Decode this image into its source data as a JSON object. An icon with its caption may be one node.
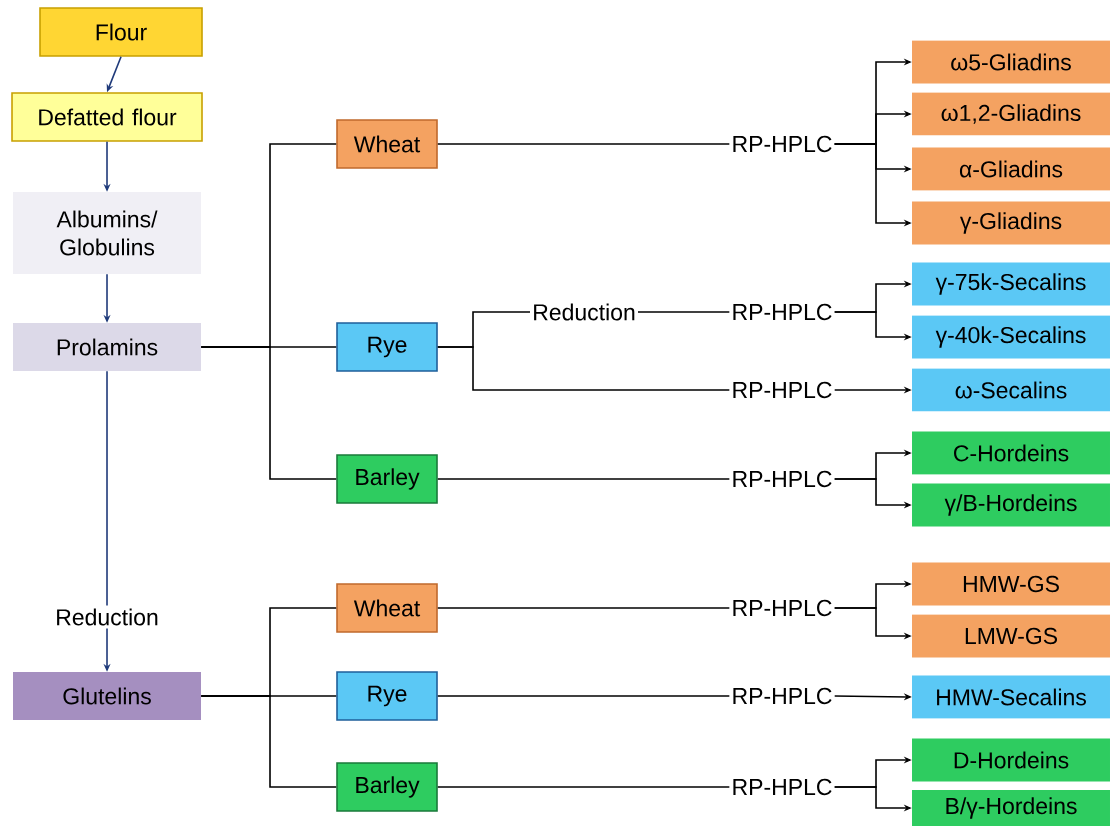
{
  "diagram": {
    "nodes": [
      {
        "text": [
          "Flour"
        ]
      },
      {
        "text": [
          "Defatted flour"
        ]
      },
      {
        "text": [
          "Albumins/ Globulins"
        ]
      },
      {
        "text": [
          "Prolamins"
        ]
      },
      {
        "text": [
          "Glutelins"
        ]
      },
      {
        "text": [
          "Wheat"
        ]
      },
      {
        "text": [
          "Rye"
        ]
      },
      {
        "text": [
          "Barley"
        ]
      },
      {
        "text": [
          "RP-HPLC"
        ]
      },
      {
        "text": [
          "Reduction"
        ]
      },
      {
        "text": [
          "RP-HPLC"
        ]
      },
      {
        "text": [
          "RP-HPLC"
        ]
      },
      {
        "text": [
          "RP-HPLC"
        ]
      },
      {
        "text": [
          "ω5-Gliadins"
        ]
      },
      {
        "text": [
          "ω1,2-Gliadins"
        ]
      },
      {
        "text": [
          "α-Gliadins"
        ]
      },
      {
        "text": [
          "γ-Gliadins"
        ]
      },
      {
        "text": [
          "γ-75k-Secalins"
        ]
      },
      {
        "text": [
          "γ-40k-Secalins"
        ]
      },
      {
        "text": [
          "ω-Secalins"
        ]
      },
      {
        "text": [
          "C-Hordeins"
        ]
      },
      {
        "text": [
          "γ/B-Hordeins"
        ]
      },
      {
        "text": [
          "Wheat"
        ]
      },
      {
        "text": [
          "Rye"
        ]
      },
      {
        "text": [
          "Barley"
        ]
      },
      {
        "text": [
          "RP-HPLC"
        ]
      },
      {
        "text": [
          "RP-HPLC"
        ]
      },
      {
        "text": [
          "RP-HPLC"
        ]
      },
      {
        "text": [
          "HMW-GS"
        ]
      },
      {
        "text": [
          "LMW-GS"
        ]
      },
      {
        "text": [
          "HMW-Secalins"
        ]
      },
      {
        "text": [
          "D-Hordeins"
        ]
      },
      {
        "text": [
          "B/γ-Hordeins"
        ]
      }
    ],
    "edges": [
      {
        "from": 0,
        "to": 1,
        "arrow": "to",
        "color": "#1f3a7a"
      },
      {
        "from": 1,
        "to": 2,
        "arrow": "to",
        "color": "#1f3a7a"
      },
      {
        "from": 2,
        "to": 3,
        "arrow": "to",
        "color": "#1f3a7a"
      },
      {
        "from": 3,
        "to": 4,
        "arrow": "to",
        "color": "#1f3a7a",
        "label": "Reduction"
      },
      {
        "from": 3,
        "to": 5,
        "arrow": "none"
      },
      {
        "from": 3,
        "to": 6,
        "arrow": "none"
      },
      {
        "from": 3,
        "to": 7,
        "arrow": "none"
      },
      {
        "from": 5,
        "to": 8,
        "arrow": "none"
      },
      {
        "from": 6,
        "to": 9,
        "arrow": "none"
      },
      {
        "from": 9,
        "to": 10,
        "arrow": "none"
      },
      {
        "from": 6,
        "to": 11,
        "arrow": "none"
      },
      {
        "from": 7,
        "to": 12,
        "arrow": "none"
      },
      {
        "from": 8,
        "to": 13,
        "arrow": "to"
      },
      {
        "from": 8,
        "to": 14,
        "arrow": "to"
      },
      {
        "from": 8,
        "to": 15,
        "arrow": "to"
      },
      {
        "from": 8,
        "to": 16,
        "arrow": "to"
      },
      {
        "from": 10,
        "to": 17,
        "arrow": "to"
      },
      {
        "from": 10,
        "to": 18,
        "arrow": "to"
      },
      {
        "from": 11,
        "to": 19,
        "arrow": "to"
      },
      {
        "from": 12,
        "to": 20,
        "arrow": "to"
      },
      {
        "from": 12,
        "to": 21,
        "arrow": "to"
      },
      {
        "from": 4,
        "to": 22,
        "arrow": "none"
      },
      {
        "from": 4,
        "to": 23,
        "arrow": "none"
      },
      {
        "from": 4,
        "to": 24,
        "arrow": "none"
      },
      {
        "from": 22,
        "to": 25,
        "arrow": "none"
      },
      {
        "from": 23,
        "to": 26,
        "arrow": "none"
      },
      {
        "from": 24,
        "to": 27,
        "arrow": "none"
      },
      {
        "from": 25,
        "to": 28,
        "arrow": "to"
      },
      {
        "from": 25,
        "to": 29,
        "arrow": "to"
      },
      {
        "from": 26,
        "to": 30,
        "arrow": "to"
      },
      {
        "from": 27,
        "to": 31,
        "arrow": "to"
      },
      {
        "from": 27,
        "to": 32,
        "arrow": "to"
      }
    ]
  }
}
